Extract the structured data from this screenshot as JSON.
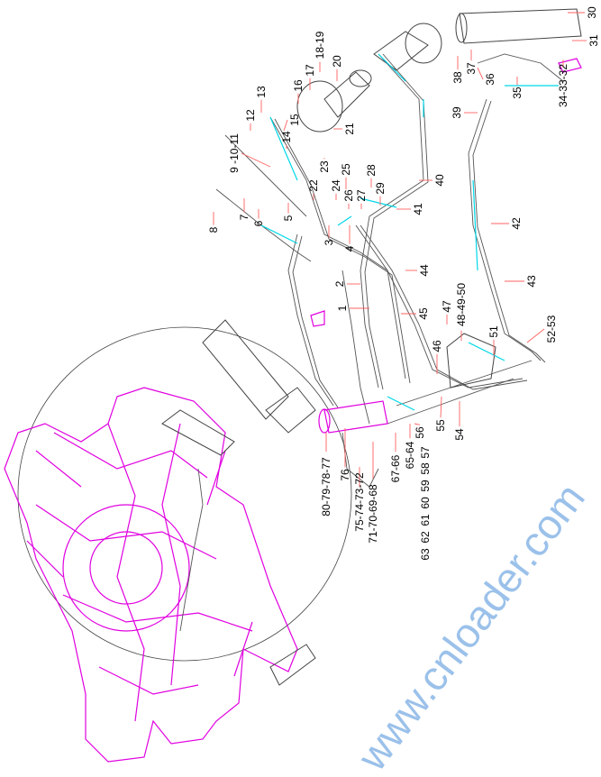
{
  "watermark": "www.cnloader.com",
  "colors": {
    "frame": "#e000e0",
    "pipe": "#555555",
    "fitting": "#00d8e8",
    "leader": "#ff6060",
    "watermark": "#4a90d9"
  },
  "labels": [
    "30",
    "31",
    "38",
    "37",
    "36",
    "35",
    "34-33-32",
    "39",
    "13",
    "12",
    "18-19",
    "17",
    "16",
    "20",
    "15",
    "14",
    "21",
    "9 -10-11",
    "22",
    "23",
    "24",
    "25",
    "26",
    "27",
    "28",
    "29",
    "40",
    "41",
    "8",
    "7",
    "6",
    "5",
    "4",
    "3",
    "44",
    "2",
    "1",
    "45",
    "47",
    "48-49-50",
    "43",
    "42",
    "52-53",
    "51",
    "46",
    "55",
    "54",
    "56",
    "57",
    "58",
    "59",
    "60",
    "61",
    "62",
    "63",
    "67-66",
    "65-64",
    "76",
    "75-74-73-72",
    "71-70-69-68",
    "80-79-78-77"
  ]
}
